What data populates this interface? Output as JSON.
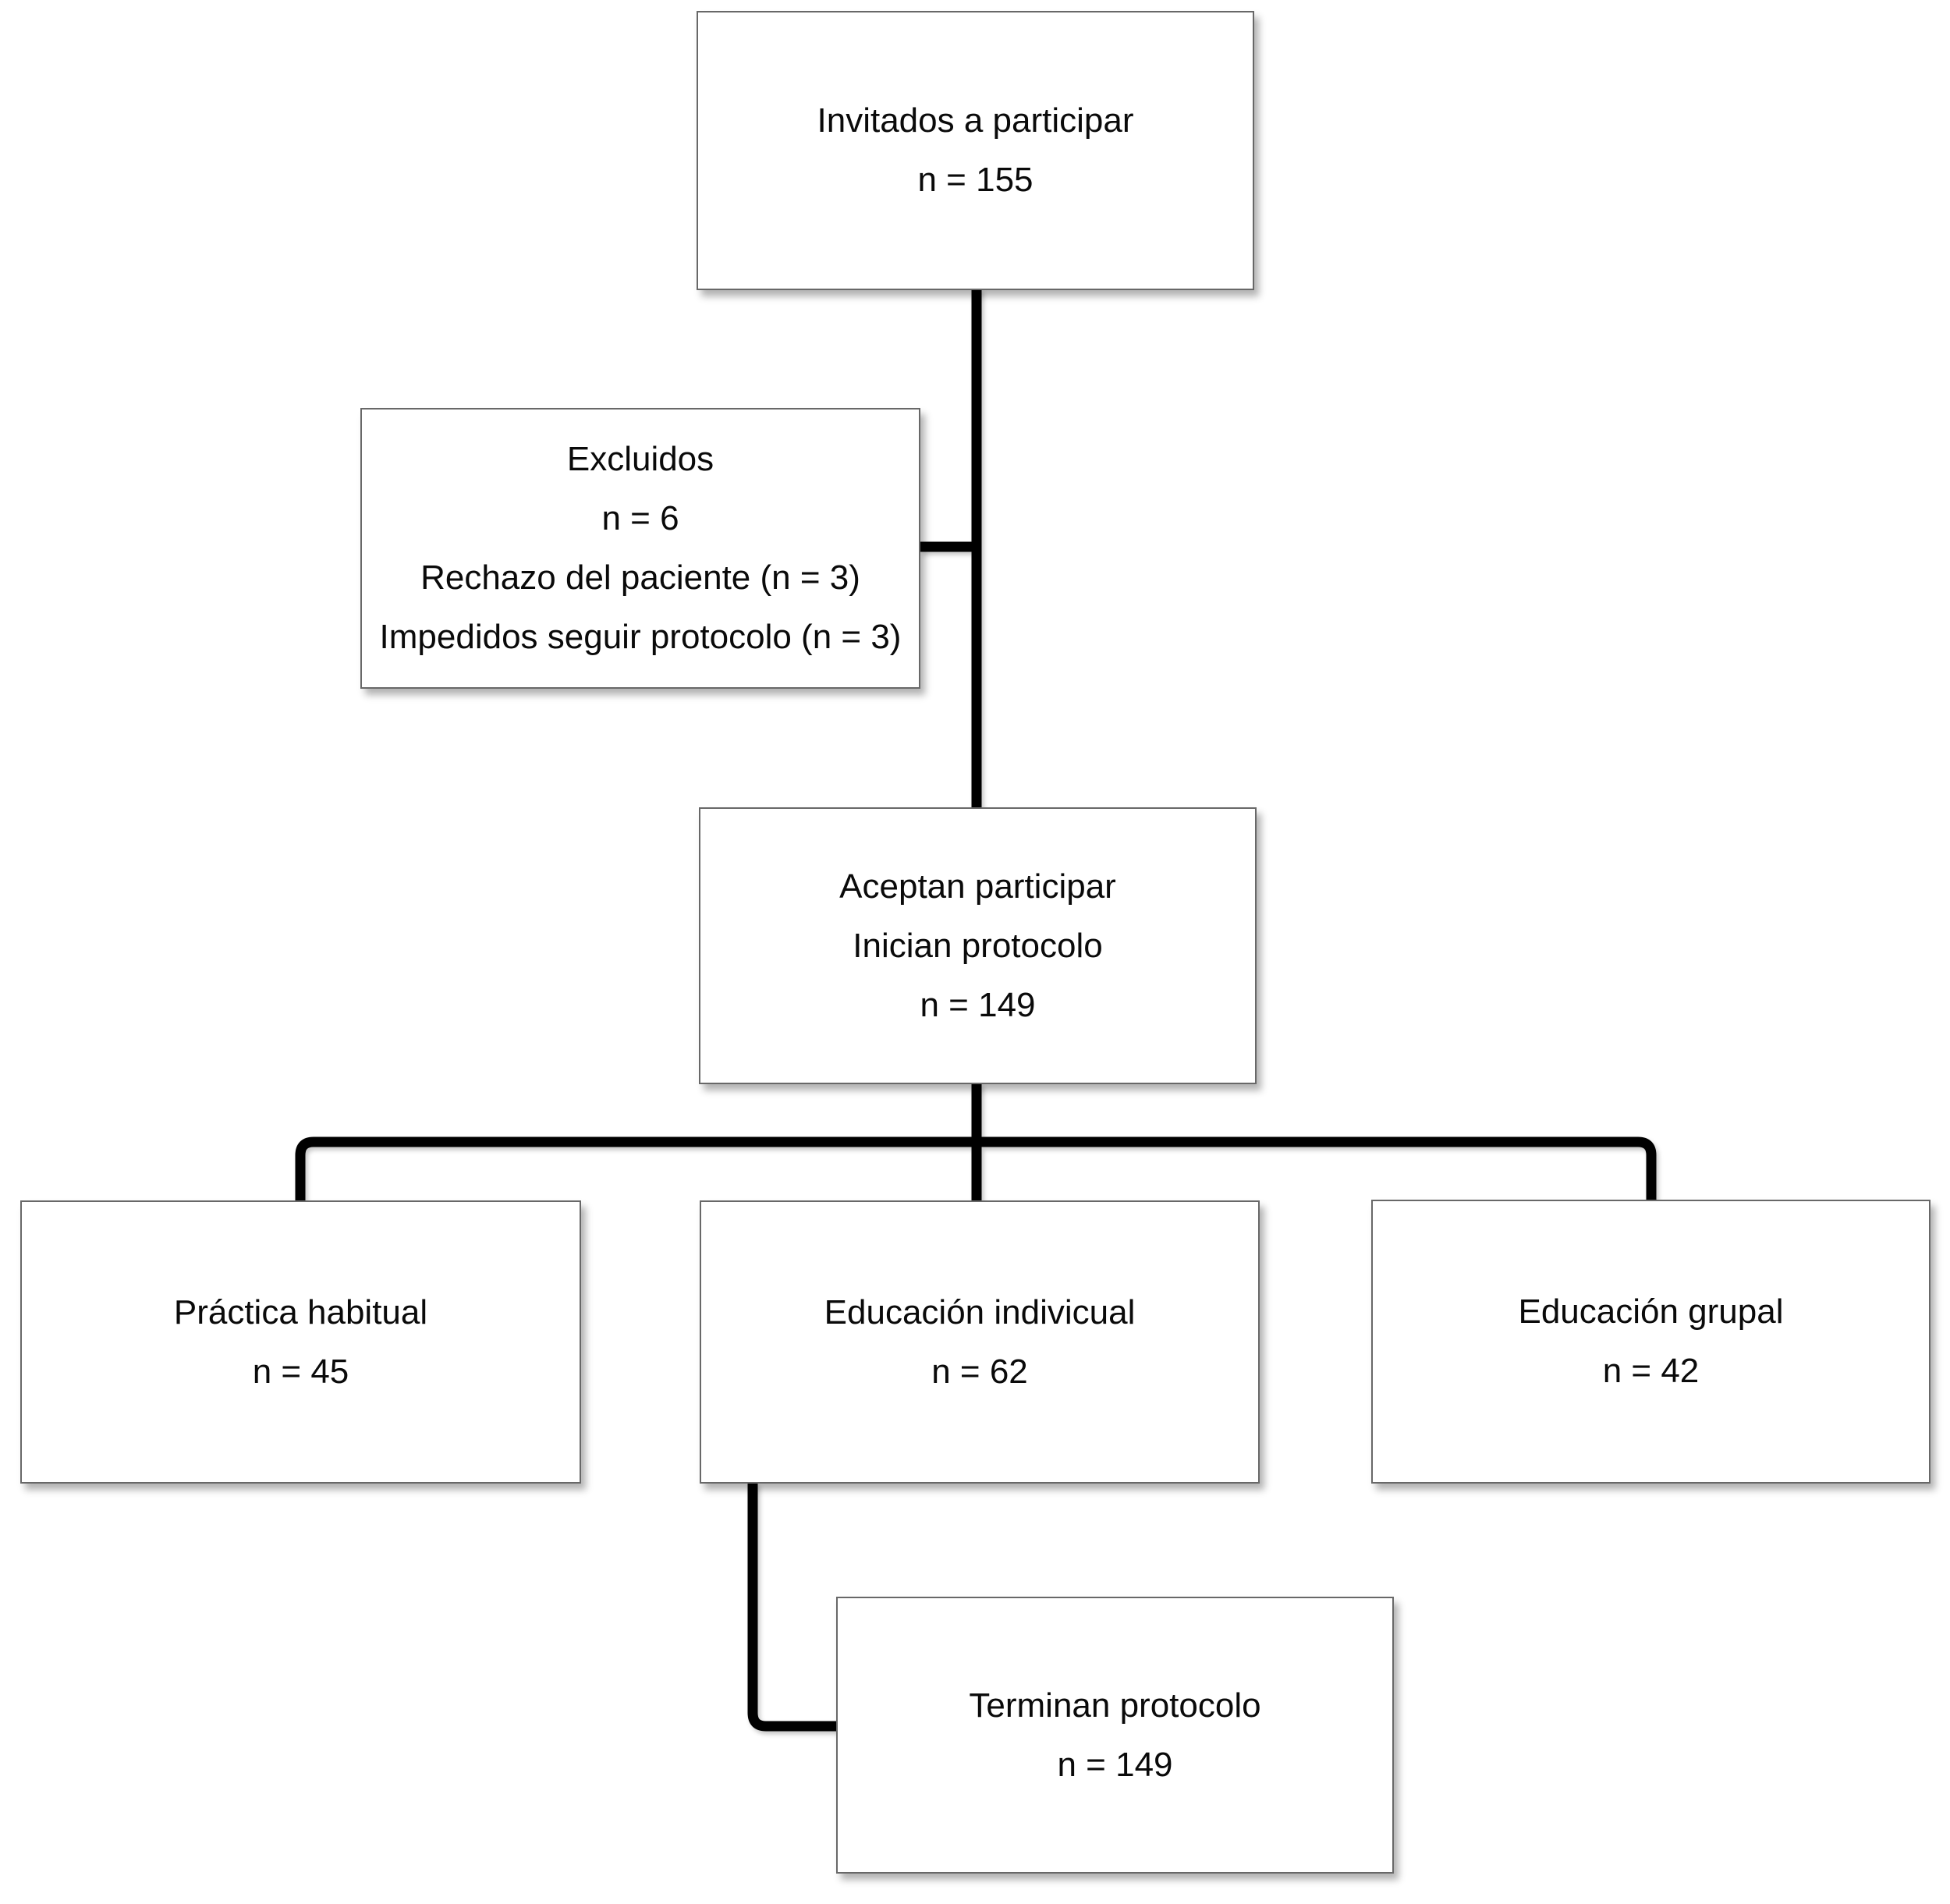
{
  "colors": {
    "connector_line": "#000000",
    "box_border": "#686868",
    "box_fill": "#ffffff",
    "text": "#0a0a0a",
    "background": "#ffffff"
  },
  "boxes": {
    "invitados": {
      "lines": [
        "Invitados a participar",
        "n = 155"
      ]
    },
    "excluidos": {
      "lines": [
        "Excluidos",
        "n = 6",
        "Rechazo del paciente (n = 3)",
        "Impedidos seguir protocolo (n = 3)"
      ]
    },
    "aceptan": {
      "lines": [
        "Aceptan participar",
        "Inician protocolo",
        "n = 149"
      ]
    },
    "practica": {
      "lines": [
        "Práctica habitual",
        "n = 45"
      ]
    },
    "individual": {
      "lines": [
        "Educación indivicual",
        "n = 62"
      ]
    },
    "grupal": {
      "lines": [
        "Educación grupal",
        "n = 42"
      ]
    },
    "terminan": {
      "lines": [
        "Terminan protocolo",
        "n = 149"
      ]
    }
  }
}
